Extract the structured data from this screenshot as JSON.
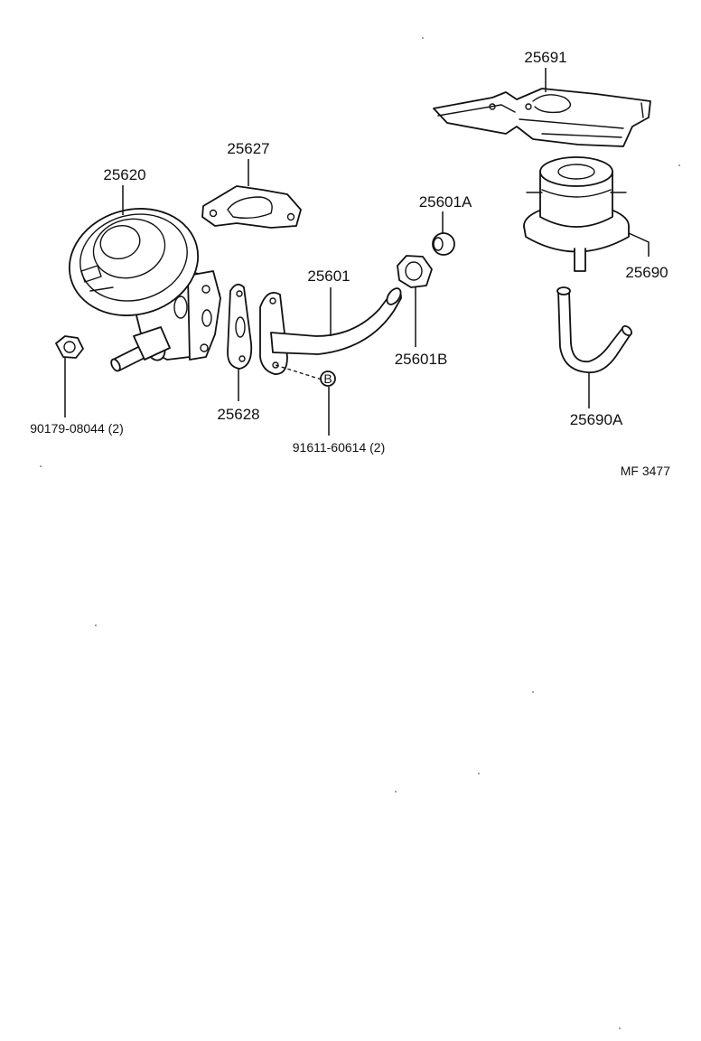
{
  "parts": {
    "egr_valve": "25620",
    "gasket_upper": "25627",
    "gasket_lower": "25628",
    "pipe": "25601",
    "pipe_sleeve": "25601A",
    "union_nut": "25601B",
    "modulator_bracket": "25691",
    "vacuum_modulator": "25690",
    "vacuum_hose": "25690A",
    "nut": "90179-08044 (2)",
    "bolt": "91611-60614 (2)"
  },
  "bolt_callout_marker": "B",
  "figure_code": "MF  3477"
}
